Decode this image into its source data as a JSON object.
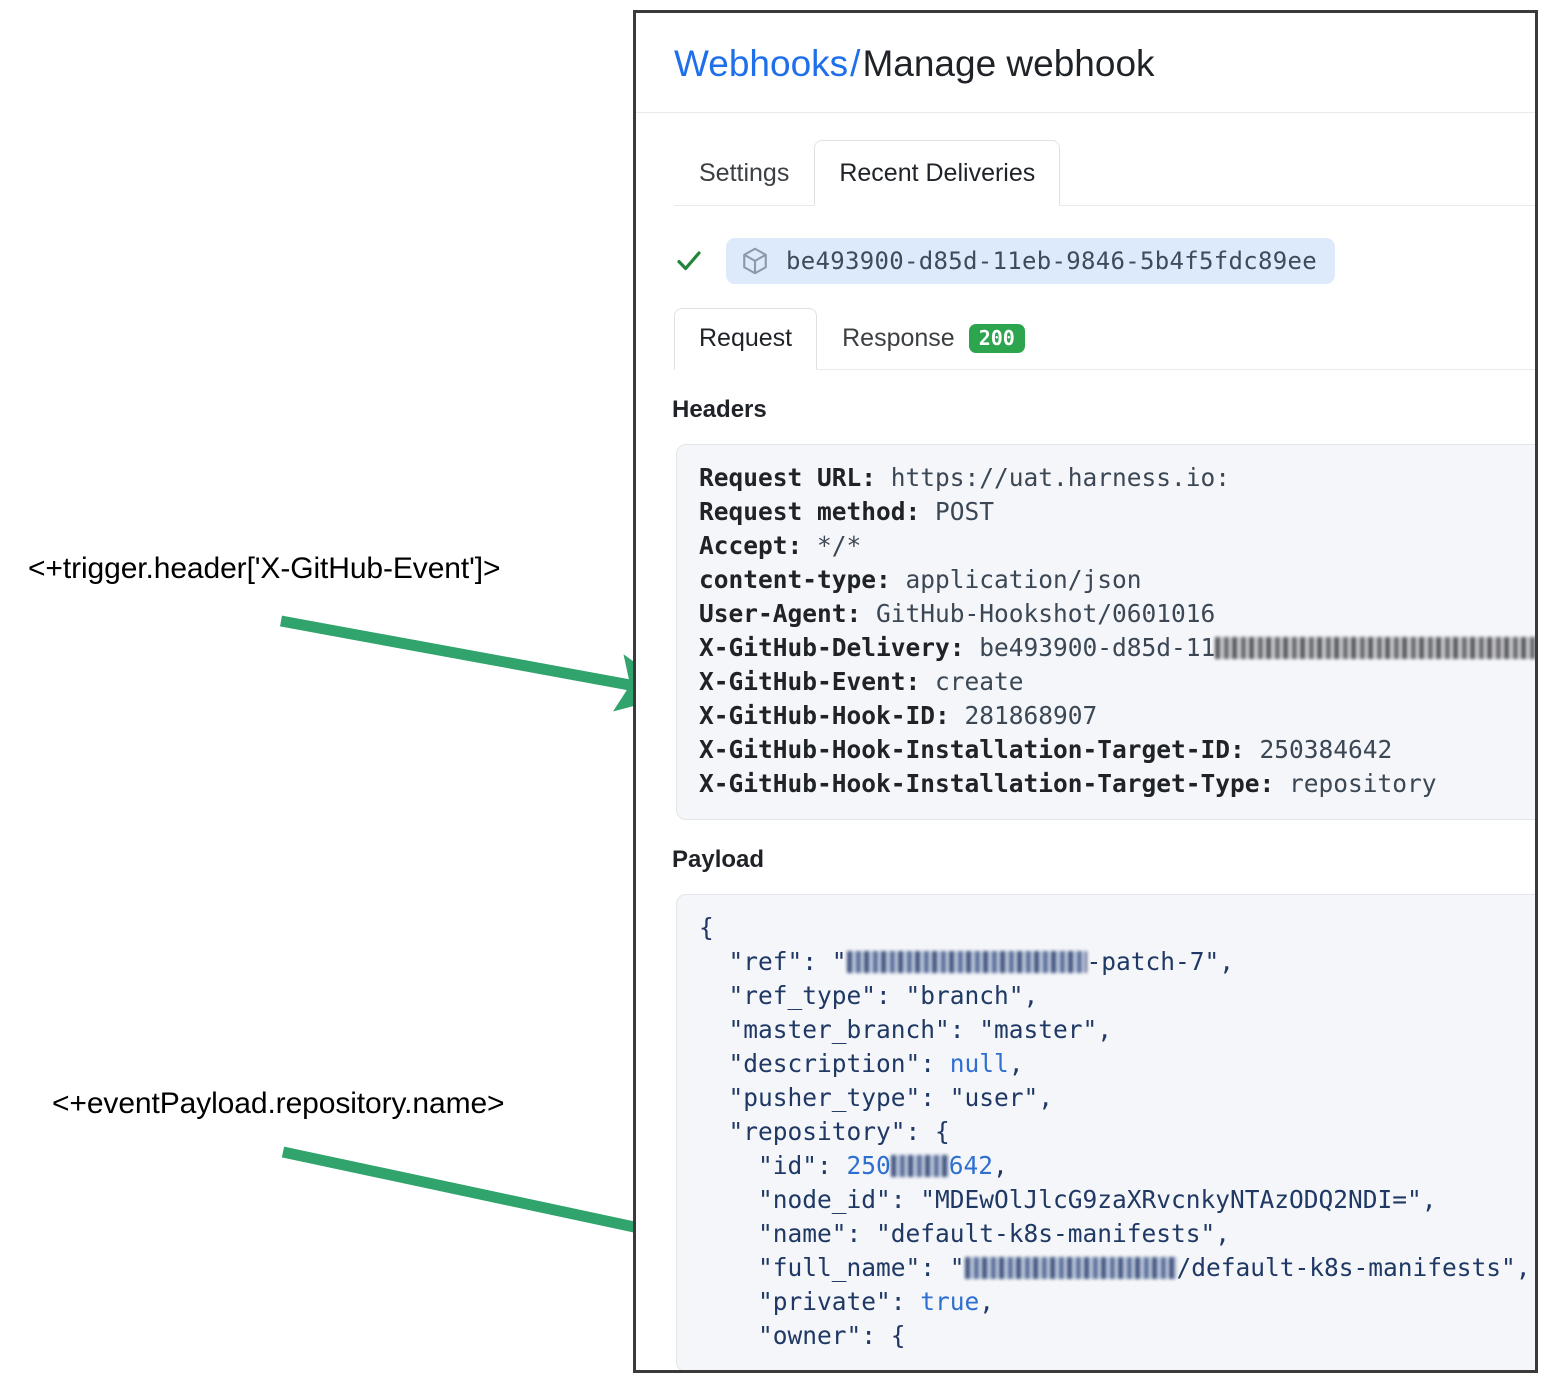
{
  "annotations": [
    {
      "id": "header-expression",
      "text": "<+trigger.header['X-GitHub-Event']>"
    },
    {
      "id": "payload-expression",
      "text": "<+eventPayload.repository.name>"
    }
  ],
  "panel": {
    "breadcrumb": {
      "link": "Webhooks",
      "separator": "/",
      "current": "Manage webhook"
    },
    "tabs": [
      {
        "label": "Settings",
        "active": false
      },
      {
        "label": "Recent Deliveries",
        "active": true
      }
    ],
    "delivery": {
      "status_icon": "check-icon",
      "package_icon": "cube-icon",
      "id": "be493900-d85d-11eb-9846-5b4f5fdc89ee"
    },
    "inner_tabs": [
      {
        "label": "Request",
        "active": true,
        "badge": ""
      },
      {
        "label": "Response",
        "active": false,
        "badge": "200"
      }
    ],
    "headers_section": {
      "title": "Headers",
      "rows": [
        {
          "key": "Request URL:",
          "value": "https://uat.harness.io:",
          "redacted": false
        },
        {
          "key": "Request method:",
          "value": "POST",
          "redacted": false
        },
        {
          "key": "Accept:",
          "value": "*/*",
          "redacted": false
        },
        {
          "key": "content-type:",
          "value": "application/json",
          "redacted": false
        },
        {
          "key": "User-Agent:",
          "value": "GitHub-Hookshot/0601016",
          "redacted": false
        },
        {
          "key": "X-GitHub-Delivery:",
          "value": "be493900-d85d-11",
          "redacted": true
        },
        {
          "key": "X-GitHub-Event:",
          "value": "create",
          "redacted": false
        },
        {
          "key": "X-GitHub-Hook-ID:",
          "value": "281868907",
          "redacted": false
        },
        {
          "key": "X-GitHub-Hook-Installation-Target-ID:",
          "value": "250384642",
          "redacted": false
        },
        {
          "key": "X-GitHub-Hook-Installation-Target-Type:",
          "value": "repository",
          "redacted": false
        }
      ]
    },
    "payload_section": {
      "title": "Payload",
      "lines": [
        {
          "indent": 0,
          "text": "{"
        },
        {
          "indent": 1,
          "text": "\"ref\": \"",
          "redacted": true,
          "tail": "-patch-7\","
        },
        {
          "indent": 1,
          "text": "\"ref_type\": \"branch\","
        },
        {
          "indent": 1,
          "text": "\"master_branch\": \"master\","
        },
        {
          "indent": 1,
          "text": "\"description\": null,"
        },
        {
          "indent": 1,
          "text": "\"pusher_type\": \"user\","
        },
        {
          "indent": 1,
          "text": "\"repository\": {"
        },
        {
          "indent": 2,
          "text": "\"id\": 250",
          "redacted": true,
          "tail": "642,"
        },
        {
          "indent": 2,
          "text": "\"node_id\": \"MDEwOlJlcG9zaXRvcnkyNTAzODQ2NDI=\","
        },
        {
          "indent": 2,
          "text": "\"name\": \"default-k8s-manifests\","
        },
        {
          "indent": 2,
          "text": "\"full_name\": \"",
          "redacted": true,
          "tail": "/default-k8s-manifests\","
        },
        {
          "indent": 2,
          "text": "\"private\": true,"
        },
        {
          "indent": 2,
          "text": "\"owner\": {"
        }
      ]
    }
  },
  "colors": {
    "link": "#1f6feb",
    "badge_green": "#2da44e",
    "arrow_green": "#30a46c",
    "chip_bg": "#ddeafc",
    "code_bg": "#f4f6f9"
  }
}
